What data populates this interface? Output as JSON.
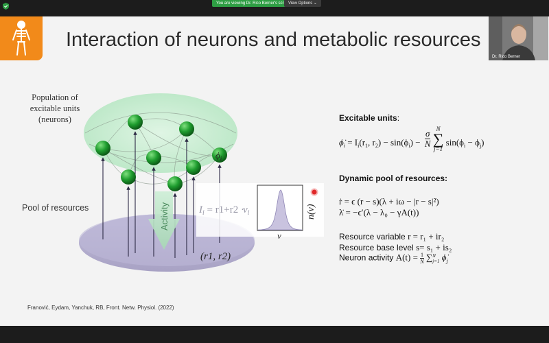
{
  "zoom": {
    "banner_text": "You are viewing Dr. Rico Berner's screen",
    "view_options_label": "View Options"
  },
  "slide": {
    "title": "Interaction of neurons and metabolic resources",
    "presenter_name": "Dr. Rico Berner",
    "diagram": {
      "population_label_lines": [
        "Population of",
        "excitable units",
        "(neurons)"
      ],
      "pool_label": "Pool of resources",
      "activity_label": "Activity",
      "phi_label": "ϕ",
      "phi_sub": "i",
      "r_label": "(r1, r2)",
      "current_text": "I",
      "current_sub": "i",
      "current_rhs": " = r1+r2 ·",
      "nu_label": "ν",
      "nu_sub": "i",
      "n_of_nu_label": "n(ν)",
      "nu_axis_label": "ν"
    },
    "equations": {
      "excitable_heading": "Excitable units",
      "excitable_heading_suffix": ":",
      "eq_phi_lhs": "ϕ̇",
      "eq_phi_rhs_a": " = I",
      "eq_phi_rhs_b": "(r",
      "eq_phi_rhs_c": ") − sin(ϕ",
      "eq_phi_rhs_d": ") −",
      "sigma": "σ",
      "N": "N",
      "sum_symbol": "∑",
      "sum_top": "N",
      "sum_bottom": "j=1",
      "eq_phi_tail": "sin(ϕ",
      "eq_phi_tail_end": ")",
      "dynamic_heading": "Dynamic pool of resources:",
      "eq_r": "ṙ = ϵ (r − s)(λ + iω − |r − s|²)",
      "eq_lambda": "λ̇ = −ϵ′(λ − λ₀ − γA(t))",
      "resource_variable_text": "Resource variable",
      "resource_variable_eq": "r = r₁ + ir₂",
      "resource_base_text": "Resource base level",
      "resource_base_eq": "s= s₁ + is₂",
      "neuron_activity_text": "Neuron activity",
      "neuron_activity_eq": "A(t) =",
      "frac_top": "1",
      "frac_bottom": "N",
      "activity_sum": "∑",
      "activity_sum_top": "N",
      "activity_sum_bottom": "j=1",
      "activity_tail": "ϕ̇",
      "activity_tail_sub": "j"
    },
    "citation": "Franović, Eydam, Yanchuk, RB, Front. Netw. Physiol. (2022)"
  },
  "colors": {
    "brand_orange": "#f28a1a",
    "neuron_green": "#1e9c2e",
    "cloud_green": "#c9ecd2",
    "pool_lavender": "#b0aacc",
    "zoom_green": "#2e9e44"
  }
}
